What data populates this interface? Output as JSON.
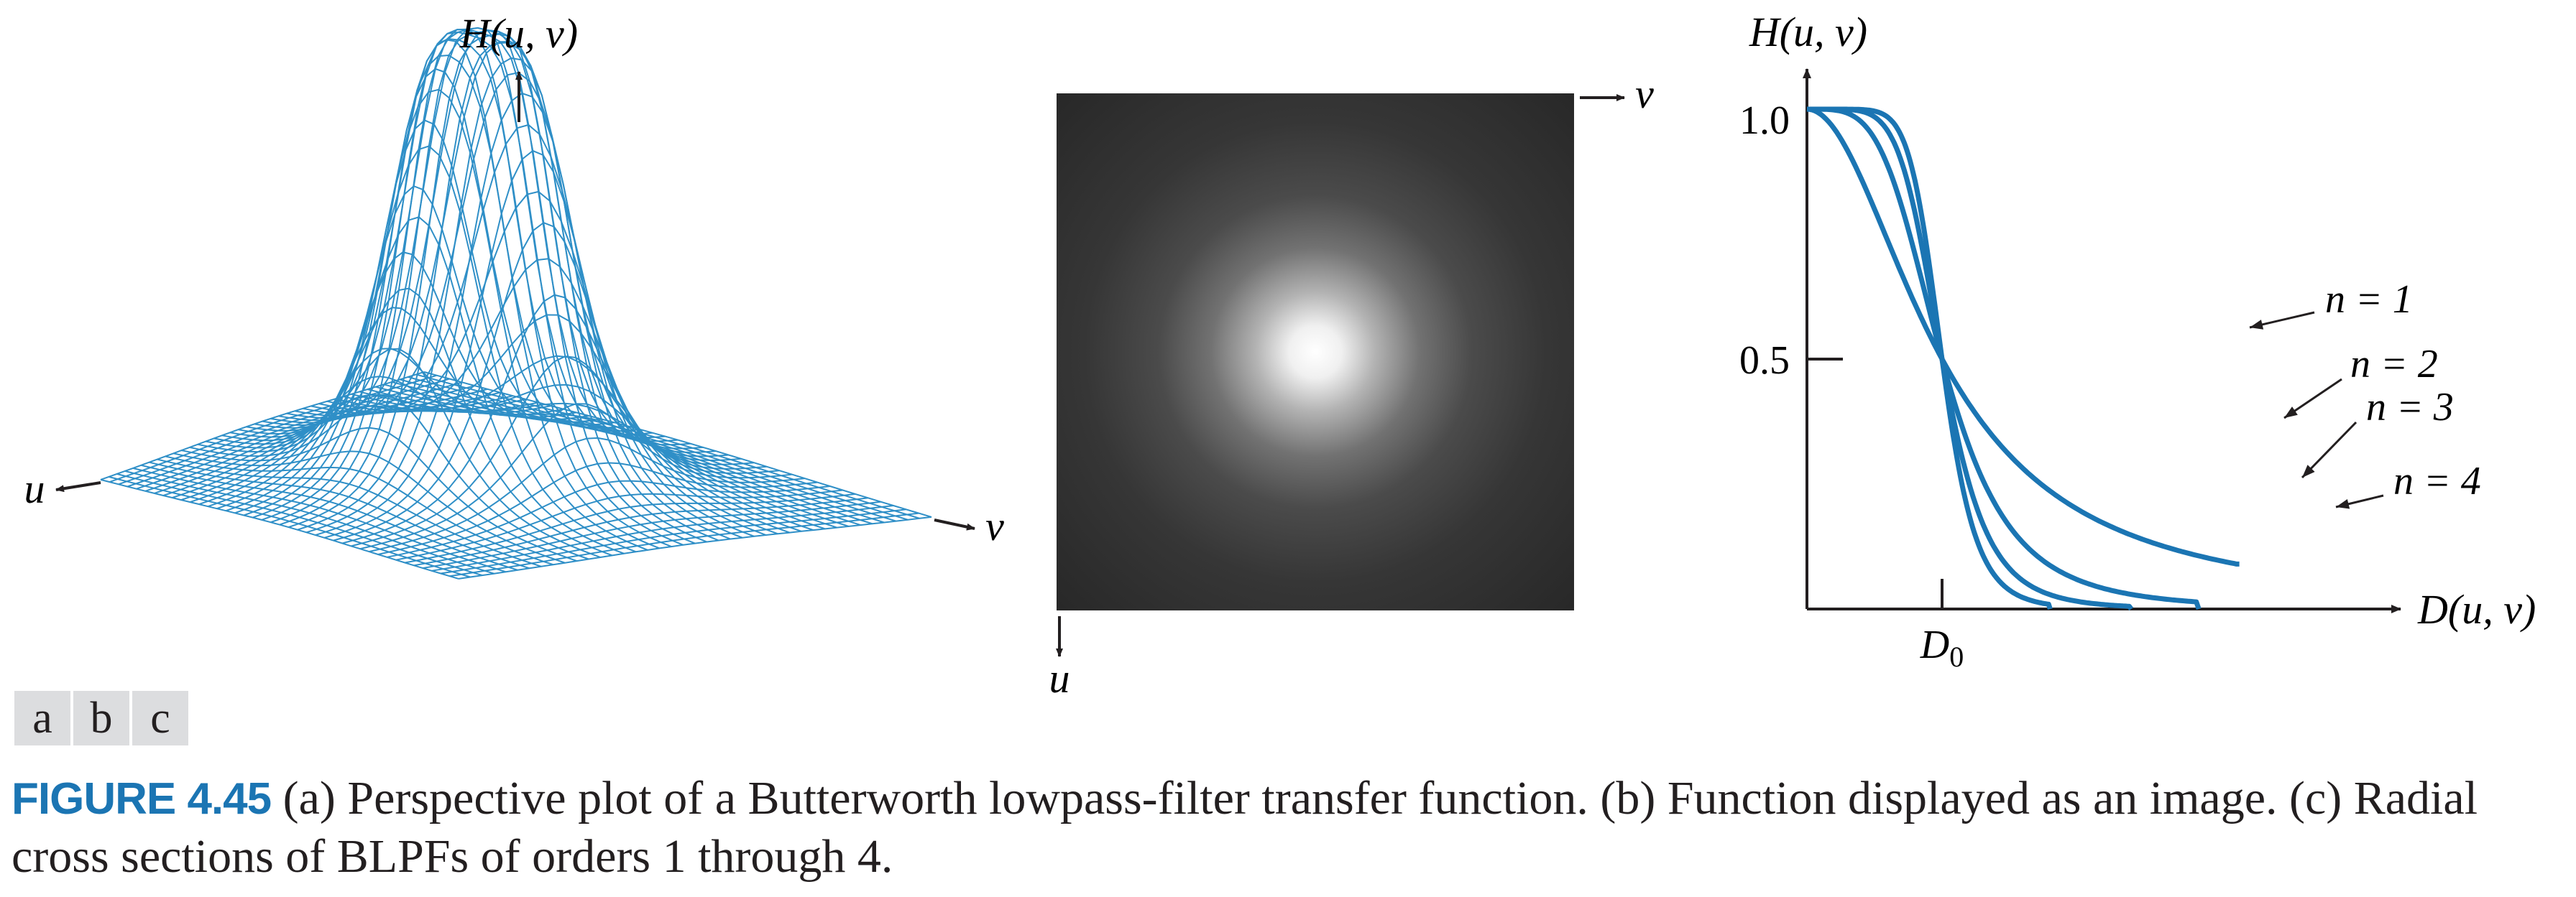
{
  "panel_labels": [
    "a",
    "b",
    "c"
  ],
  "colors": {
    "curve": "#1b75b3",
    "mesh": "#2f8fc7",
    "figure_label": "#1b75b3",
    "image_dark": "#2b2b2b",
    "image_bright": "#ffffff",
    "panel_label_bg": "#dcdddf"
  },
  "panel_a": {
    "z_label": "H(u, v)",
    "left_axis_label": "u",
    "right_axis_label": "v"
  },
  "panel_b": {
    "top_axis_label": "v",
    "bottom_axis_label": "u"
  },
  "panel_c": {
    "y_label": "H(u, v)",
    "x_label": "D(u, v)",
    "x_tick_label": "D0",
    "x_tick_base": "D",
    "x_tick_sub": "0",
    "y_tick_labels": [
      "1.0",
      "0.5"
    ]
  },
  "chart_data": {
    "type": "line",
    "title": "",
    "xlabel": "D(u, v)",
    "ylabel": "H(u, v)",
    "x_ticks": [
      {
        "value": 1,
        "label": "D0"
      }
    ],
    "y_ticks": [
      {
        "value": 1.0,
        "label": "1.0"
      },
      {
        "value": 0.5,
        "label": "0.5"
      }
    ],
    "xlim": [
      0,
      3.2
    ],
    "ylim": [
      0,
      1.0
    ],
    "function": "H = 1 / (1 + (D/D0)^(2n))",
    "series": [
      {
        "name": "n = 1",
        "x": [
          0,
          0.5,
          1,
          1.5,
          2,
          2.5,
          3.2
        ],
        "values": [
          1.0,
          0.8,
          0.5,
          0.31,
          0.2,
          0.14,
          0.09
        ]
      },
      {
        "name": "n = 2",
        "x": [
          0,
          0.5,
          1,
          1.5,
          2,
          2.5,
          2.9
        ],
        "values": [
          1.0,
          0.94,
          0.5,
          0.16,
          0.06,
          0.03,
          0.0
        ]
      },
      {
        "name": "n = 3",
        "x": [
          0,
          0.5,
          1,
          1.5,
          2,
          2.4
        ],
        "values": [
          1.0,
          0.98,
          0.5,
          0.08,
          0.02,
          0.0
        ]
      },
      {
        "name": "n = 4",
        "x": [
          0,
          0.5,
          1,
          1.5,
          1.8
        ],
        "values": [
          1.0,
          1.0,
          0.5,
          0.04,
          0.0
        ]
      }
    ],
    "grid": false
  },
  "caption": {
    "figure_number": "FIGURE 4.45",
    "text": "(a) Perspective plot of a Butterworth lowpass-filter transfer function. (b) Function displayed as an image. (c) Radial cross sections of BLPFs of orders 1 through 4."
  }
}
